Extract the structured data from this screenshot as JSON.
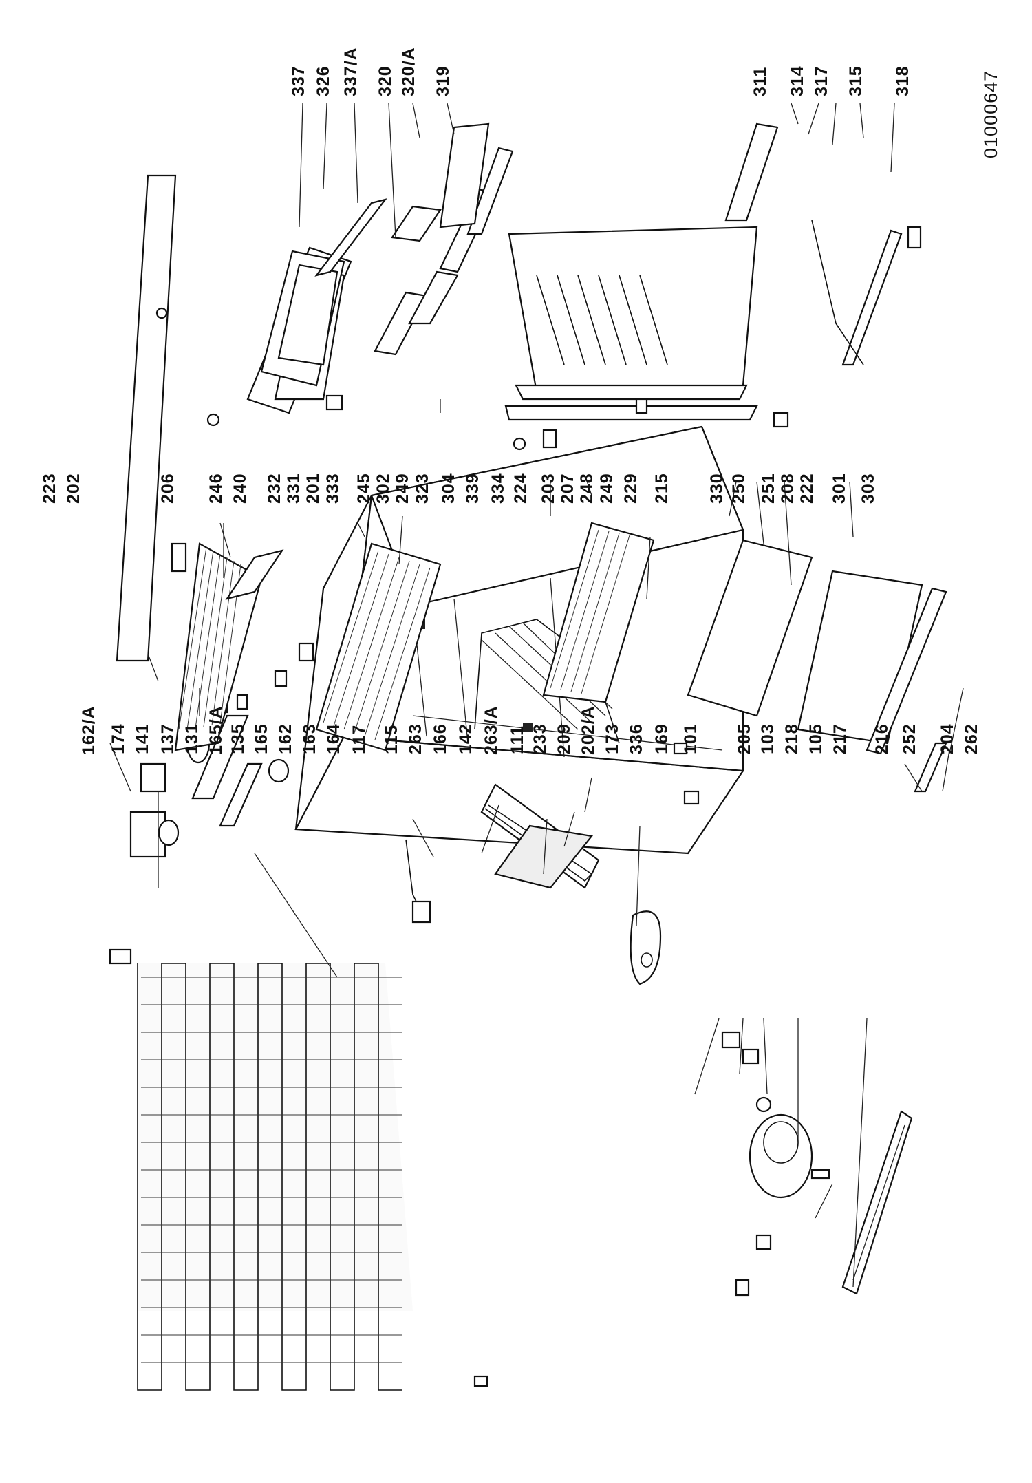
{
  "document_id": "01000647",
  "labels": {
    "l162a": "162/A",
    "l174": "174",
    "l141": "141",
    "l137": "137",
    "l131": "131",
    "l165a": "165/A",
    "l135": "135",
    "l165": "165",
    "l162": "162",
    "l163": "163",
    "l164": "164",
    "l117": "117",
    "l115": "115",
    "l263": "263",
    "l166": "166",
    "l142": "142",
    "l263a": "263/A",
    "l111": "111",
    "l233": "233",
    "l209": "209",
    "l202a": "202/A",
    "l173": "173",
    "l336": "336",
    "l169": "169",
    "l101": "101",
    "l205": "205",
    "l103": "103",
    "l218": "218",
    "l105": "105",
    "l217": "217",
    "l216": "216",
    "l252": "252",
    "l204": "204",
    "l262": "262",
    "l223": "223",
    "l202": "202",
    "l206": "206",
    "l246": "246",
    "l240": "240",
    "l232": "232",
    "l331": "331",
    "l201": "201",
    "l333": "333",
    "l245": "245",
    "l302": "302",
    "l249": "249",
    "l323": "323",
    "l304": "304",
    "l339": "339",
    "l334": "334",
    "l224": "224",
    "l203": "203",
    "l207": "207",
    "l248": "248",
    "l249b": "249",
    "l229": "229",
    "l215": "215",
    "l330": "330",
    "l250": "250",
    "l251": "251",
    "l208": "208",
    "l222": "222",
    "l301": "301",
    "l303": "303",
    "l337": "337",
    "l326": "326",
    "l337a": "337/A",
    "l320": "320",
    "l320a": "320/A",
    "l319": "319",
    "l311": "311",
    "l314": "314",
    "l317": "317",
    "l315": "315",
    "l318": "318"
  }
}
